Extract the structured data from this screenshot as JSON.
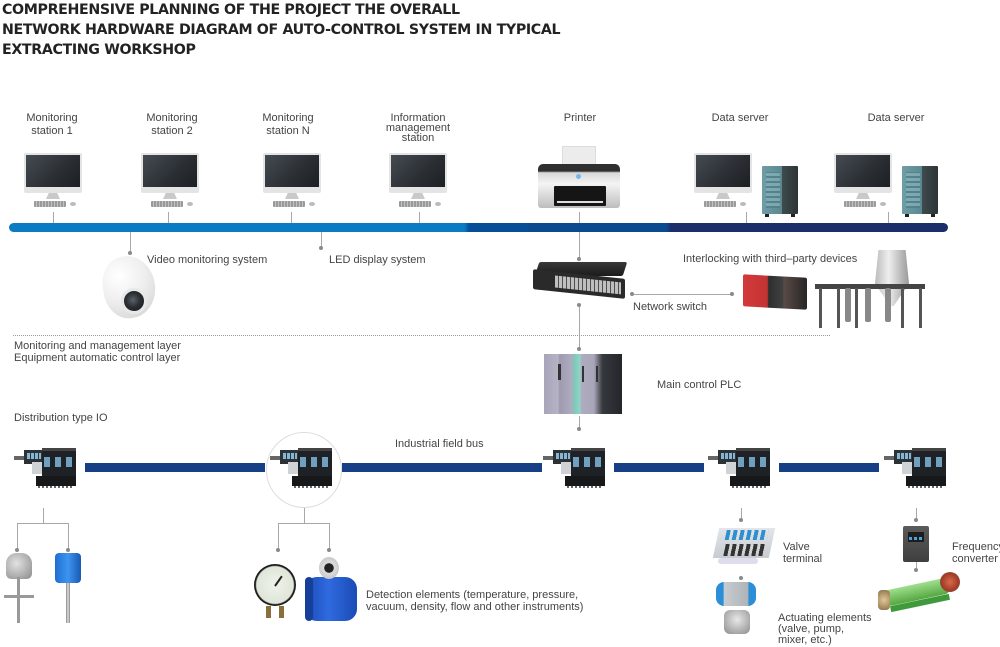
{
  "title": {
    "lines": [
      "COMPREHENSIVE PLANNING OF THE PROJECT THE OVERALL",
      "NETWORK HARDWARE DIAGRAM OF AUTO-CONTROL SYSTEM IN TYPICAL",
      "EXTRACTING WORKSHOP"
    ]
  },
  "top_row": {
    "stations": [
      {
        "label_line1": "Monitoring",
        "label_line2": "station 1",
        "icon": "desktop-computer-icon"
      },
      {
        "label_line1": "Monitoring",
        "label_line2": "station 2",
        "icon": "desktop-computer-icon"
      },
      {
        "label_line1": "Monitoring",
        "label_line2": "station N",
        "icon": "desktop-computer-icon"
      },
      {
        "label_line1": "Information",
        "label_line2": "management",
        "label_line3": "station",
        "icon": "desktop-computer-icon"
      }
    ],
    "printer": {
      "label": "Printer",
      "icon": "printer-icon"
    },
    "servers": [
      {
        "label": "Data server",
        "icon": "server-tower-icon"
      },
      {
        "label": "Data server",
        "icon": "server-tower-icon"
      }
    ]
  },
  "network_bus": {
    "colors": [
      "#0a7cc2",
      "#064f97",
      "#0a4a8f",
      "#1a2e6a"
    ]
  },
  "subsystems": {
    "video": {
      "label": "Video monitoring system",
      "icon": "dome-camera-icon"
    },
    "led": {
      "label": "LED display system"
    },
    "switch": {
      "label": "Network switch",
      "icon": "network-switch-icon"
    },
    "third_party": {
      "label": "Interlocking with third–party devices",
      "icon": "third-party-equipment-icon"
    }
  },
  "layers": {
    "upper": "Monitoring and management layer",
    "lower": "Equipment automatic control layer"
  },
  "plc": {
    "label": "Main control PLC",
    "icon": "plc-rack-icon"
  },
  "field": {
    "dio_label": "Distribution type IO",
    "bus_label": "Industrial field bus",
    "bus_color": "#173f85",
    "nodes": 5
  },
  "field_devices": {
    "detection": {
      "line1": "Detection elements (temperature, pressure,",
      "line2": "vacuum, density, flow and other instruments)"
    },
    "valve_terminal": {
      "line1": "Valve",
      "line2": "terminal"
    },
    "actuating": {
      "line1": "Actuating elements",
      "line2": "(valve, pump,",
      "line3": "mixer, etc.)"
    },
    "frequency_converter": {
      "line1": "Frequency",
      "line2": "converter"
    }
  }
}
